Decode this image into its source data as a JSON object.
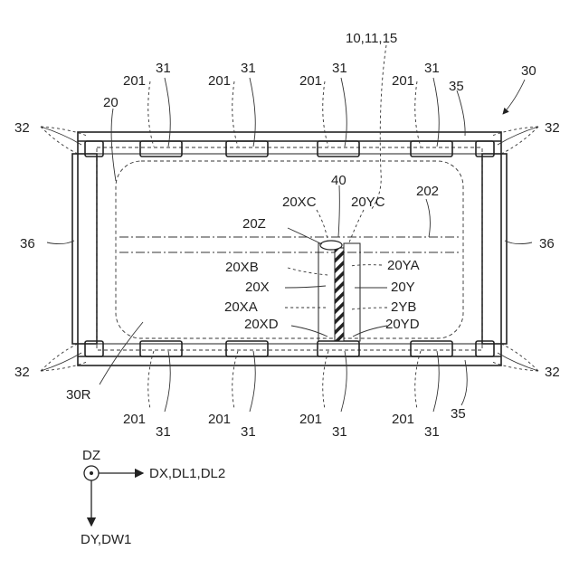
{
  "labels": {
    "ref_10_11_15": "10,11,15",
    "ref_30": "30",
    "ref_31": "31",
    "ref_201": "201",
    "ref_35": "35",
    "ref_32": "32",
    "ref_20": "20",
    "ref_36": "36",
    "ref_40": "40",
    "ref_20XC": "20XC",
    "ref_20YC": "20YC",
    "ref_202": "202",
    "ref_20Z": "20Z",
    "ref_20XB": "20XB",
    "ref_20YA": "20YA",
    "ref_20X": "20X",
    "ref_20Y": "20Y",
    "ref_20XA": "20XA",
    "ref_2YB": "2YB",
    "ref_20XD": "20XD",
    "ref_20YD": "20YD",
    "ref_30R": "30R"
  },
  "axes": {
    "origin": "DZ",
    "x": "DX,DL1,DL2",
    "y": "DY,DW1"
  },
  "pads_x": [
    178,
    273,
    374,
    477,
    554
  ]
}
